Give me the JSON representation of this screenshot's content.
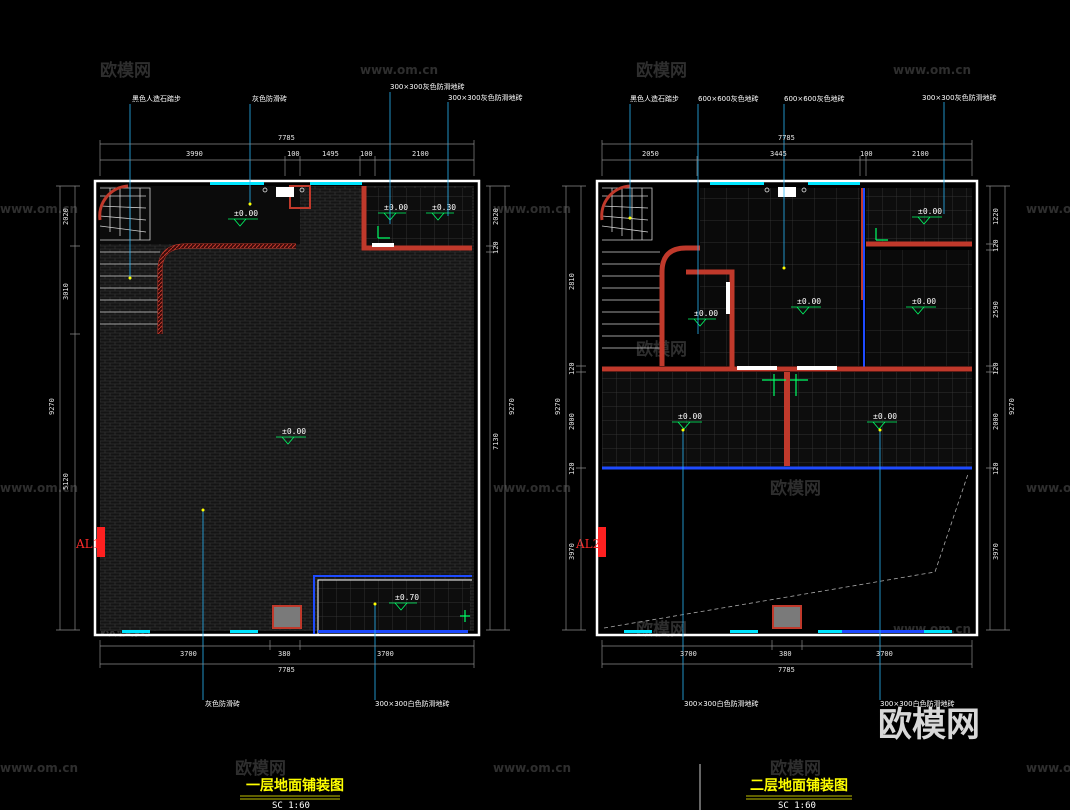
{
  "colors": {
    "wall": "#ffffff",
    "brick": "#c0392b",
    "dim": "#8a8a8a",
    "leader": "#29b6f6",
    "cyan": "#00e5ff",
    "green": "#00ff66",
    "yellow": "#ffff00",
    "red": "#ff2020",
    "blue": "#1e4bff",
    "grid": "#4a4a4a",
    "tile": "#2a2a2a"
  },
  "watermark": {
    "text": "欧模网",
    "url": "www.om.cn",
    "logo": "欧模网"
  },
  "plan1": {
    "title": "一层地面铺装图",
    "scale": "SC  1:60",
    "dims_top_total": "7785",
    "dims_top": [
      "3990",
      "100",
      "1495",
      "100",
      "2100"
    ],
    "dims_bottom": [
      "3700",
      "380",
      "3700"
    ],
    "dims_bottom_total": "7785",
    "dims_left": [
      "2020",
      "3010",
      "5120"
    ],
    "dims_left_total": "9270",
    "dims_right": [
      "2020",
      "120",
      "7130"
    ],
    "dims_right_total": "9270",
    "labels_top": [
      "黑色人造石踏步",
      "灰色防滑砖",
      "300×300灰色防滑地砖",
      "300×300灰色防滑地砖"
    ],
    "labels_bottom": [
      "灰色防滑砖",
      "300×300白色防滑地砖"
    ],
    "levels": [
      "±0.00",
      "±0.00",
      "±0.30",
      "±0.00",
      "±0.70"
    ],
    "section_mark": "AL1"
  },
  "plan2": {
    "title": "二层地面铺装图",
    "scale": "SC  1:60",
    "dims_top_total": "7785",
    "dims_top": [
      "2050",
      "3445",
      "100",
      "2100"
    ],
    "dims_bottom": [
      "3700",
      "380",
      "3700"
    ],
    "dims_bottom_total": "7785",
    "dims_left": [
      "2810",
      "120",
      "2000",
      "120",
      "3970"
    ],
    "dims_left_total": "9270",
    "dims_right": [
      "1220",
      "120",
      "2590",
      "120",
      "2000",
      "120",
      "3970"
    ],
    "dims_right_total": "9270",
    "labels_top": [
      "黑色人造石踏步",
      "600×600灰色地砖",
      "600×600灰色地砖",
      "300×300灰色防滑地砖"
    ],
    "labels_bottom": [
      "300×300白色防滑地砖",
      "300×300白色防滑地砖"
    ],
    "levels": [
      "±0.00",
      "±0.00",
      "±0.00",
      "±0.00",
      "±0.00",
      "±0.00"
    ],
    "section_mark": "AL2"
  }
}
